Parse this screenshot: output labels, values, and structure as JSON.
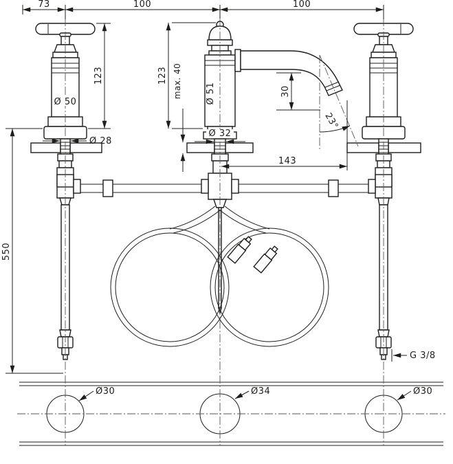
{
  "drawing": {
    "type": "faucet-installation-dimensional-drawing",
    "front_view": {
      "dim_73": "73",
      "dim_100_left": "100",
      "dim_100_right": "100",
      "dim_height_left": "123",
      "dim_height_center": "123",
      "dim_max_thickness": "max. 40",
      "dim_handle_dia": "Ø 50",
      "dim_handle_shaft_dia": "Ø 28",
      "dim_body_dia": "Ø 51",
      "dim_body_shaft_dia": "Ø 32",
      "dim_outlet_height": "30",
      "dim_outlet_angle": "23°",
      "dim_reach": "143",
      "dim_install_length": "550",
      "dim_thread": "G 3/8"
    },
    "plan_view": {
      "hole_left_dia": "Ø30",
      "hole_center_dia": "Ø34",
      "hole_right_dia": "Ø30"
    },
    "style": {
      "line_color": "#1d1d1b",
      "background": "#ffffff"
    }
  }
}
